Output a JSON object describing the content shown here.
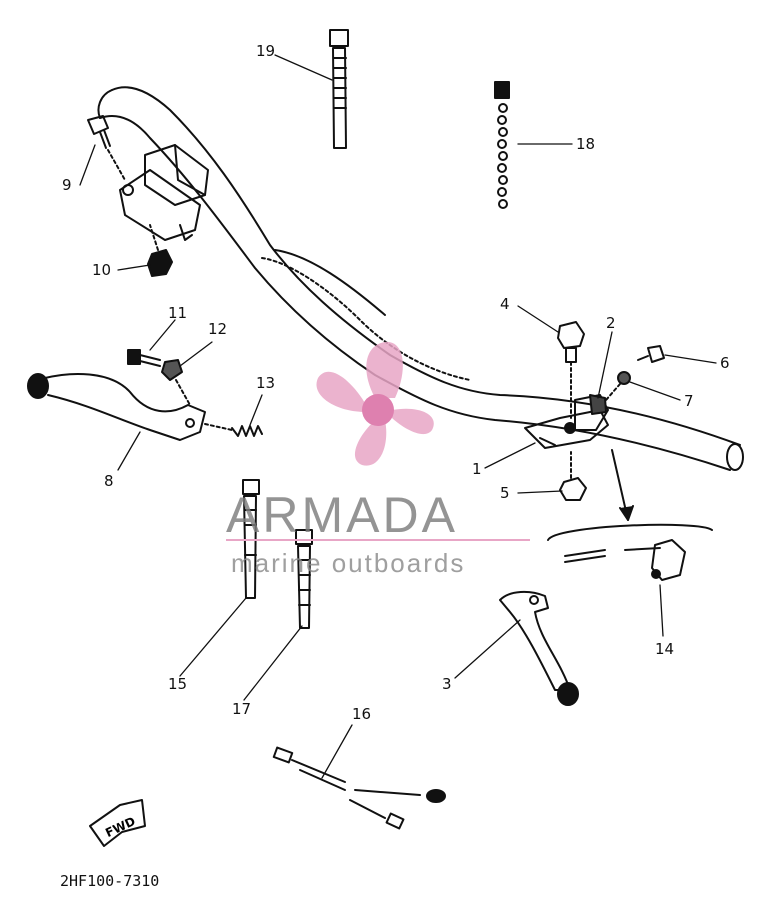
{
  "diagram": {
    "drawing_code": "2HF100-7310",
    "fwd_label": "FWD",
    "callouts": [
      {
        "id": "1",
        "text": "1"
      },
      {
        "id": "2",
        "text": "2"
      },
      {
        "id": "3",
        "text": "3"
      },
      {
        "id": "4",
        "text": "4"
      },
      {
        "id": "5",
        "text": "5"
      },
      {
        "id": "6",
        "text": "6"
      },
      {
        "id": "7",
        "text": "7"
      },
      {
        "id": "8",
        "text": "8"
      },
      {
        "id": "9",
        "text": "9"
      },
      {
        "id": "10",
        "text": "10"
      },
      {
        "id": "11",
        "text": "11"
      },
      {
        "id": "12",
        "text": "12"
      },
      {
        "id": "13",
        "text": "13"
      },
      {
        "id": "14",
        "text": "14"
      },
      {
        "id": "15",
        "text": "15"
      },
      {
        "id": "16",
        "text": "16"
      },
      {
        "id": "17",
        "text": "17"
      },
      {
        "id": "18",
        "text": "18"
      },
      {
        "id": "19",
        "text": "19"
      }
    ]
  },
  "watermark": {
    "name": "ARMADA",
    "tagline": "marine outboards",
    "logo_color": "#e8a6c6",
    "logo_accent": "#d96aa2"
  }
}
